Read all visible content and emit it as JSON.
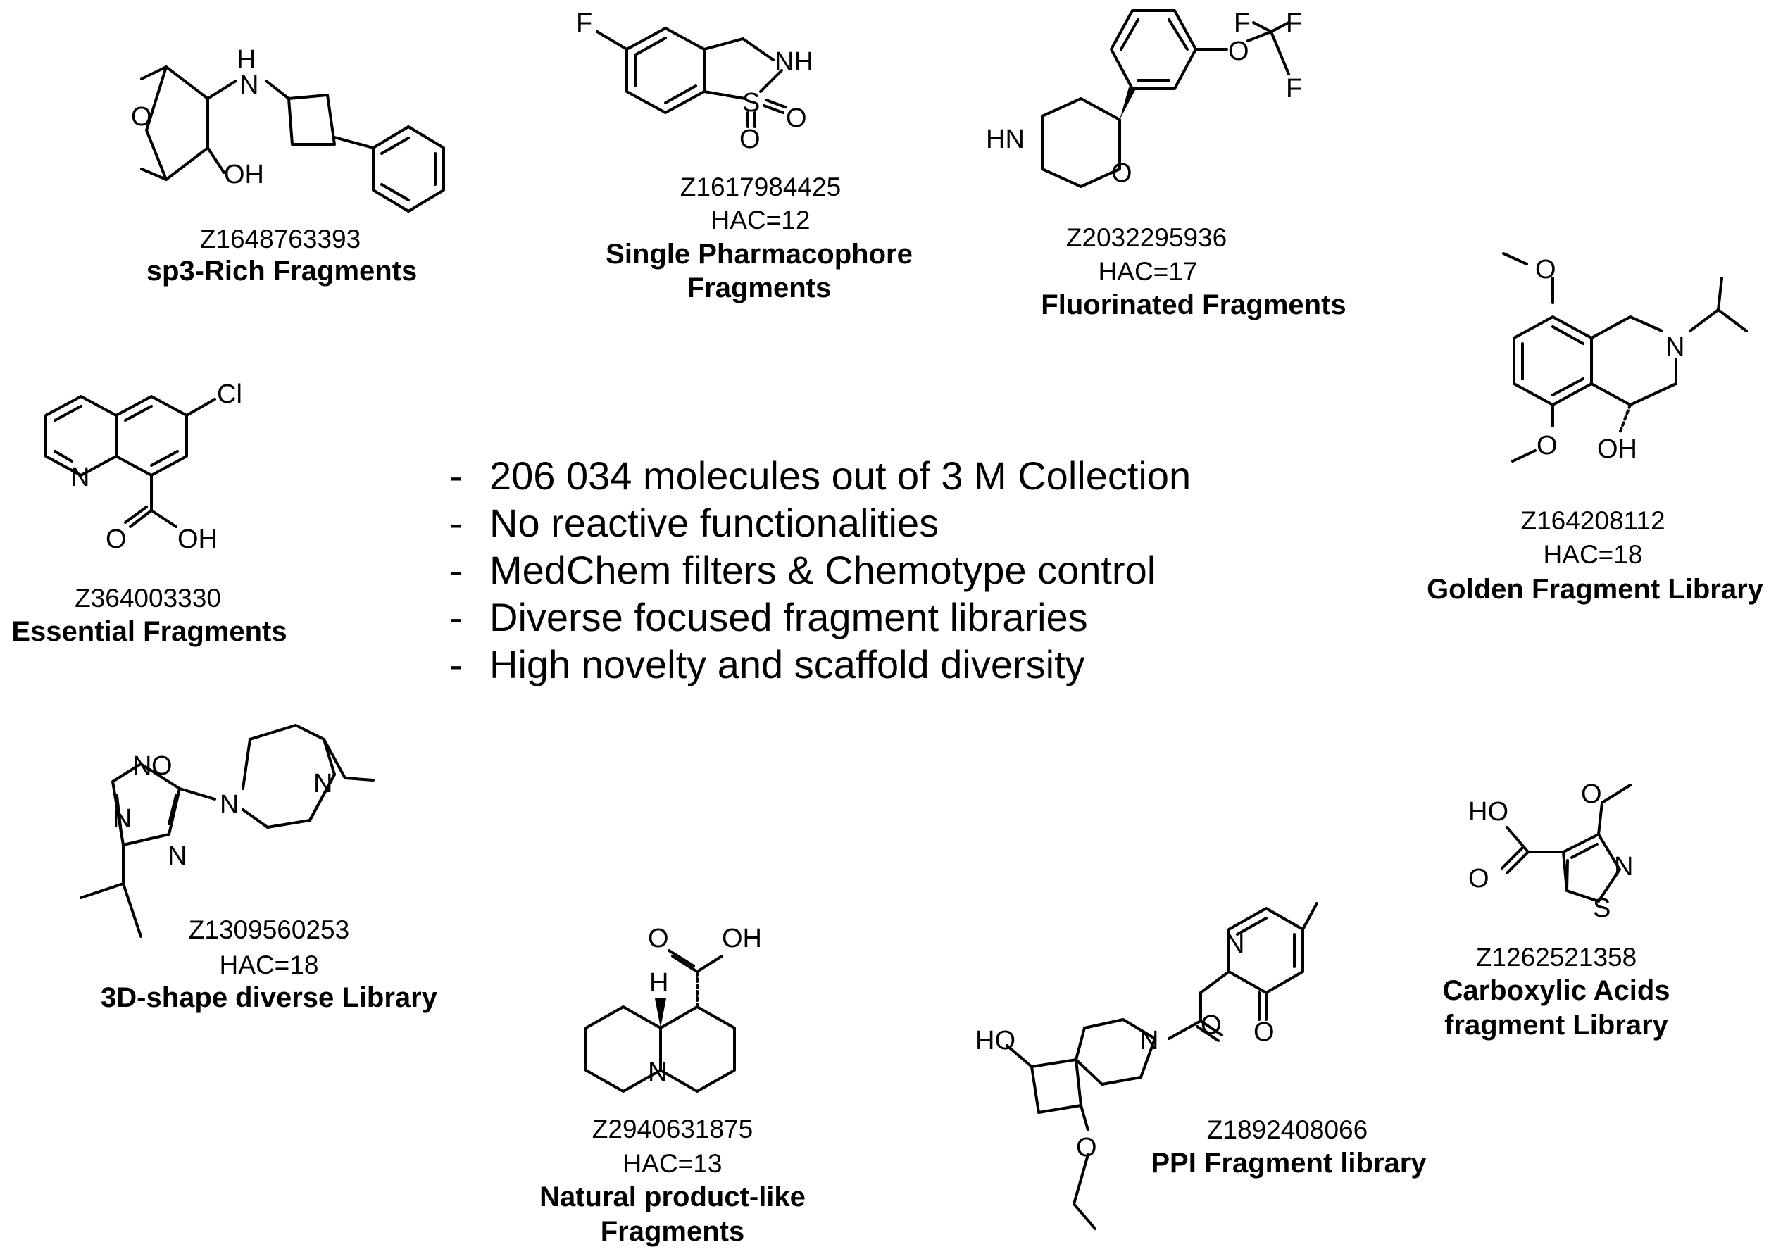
{
  "bullets": [
    "206 034 molecules out of 3 M Collection",
    "No reactive functionalities",
    "MedChem filters & Chemotype control",
    "Diverse focused fragment libraries",
    "High novelty and scaffold diversity"
  ],
  "bullet_marker": "-",
  "fragments": {
    "sp3": {
      "id": "Z1648763393",
      "library": "sp3-Rich Fragments"
    },
    "single": {
      "id": "Z1617984425",
      "hac": "HAC=12",
      "library_line1": "Single Pharmacophore",
      "library_line2": "Fragments"
    },
    "fluor": {
      "id": "Z2032295936",
      "hac": "HAC=17",
      "library": "Fluorinated Fragments"
    },
    "golden": {
      "id": "Z164208112",
      "hac": "HAC=18",
      "library": "Golden Fragment Library"
    },
    "essential": {
      "id": "Z364003330",
      "library": "Essential Fragments"
    },
    "shape3d": {
      "id": "Z1309560253",
      "hac": "HAC=18",
      "library": "3D-shape diverse Library"
    },
    "natural": {
      "id": "Z2940631875",
      "hac": "HAC=13",
      "library_line1": "Natural product-like",
      "library_line2": "Fragments"
    },
    "ppi": {
      "id": "Z1892408066",
      "library": "PPI Fragment library"
    },
    "acids": {
      "id": "Z1262521358",
      "library_line1": "Carboxylic Acids",
      "library_line2": "fragment Library"
    }
  },
  "atom_labels": {
    "N": "N",
    "H": "H",
    "O": "O",
    "OH": "OH",
    "HO": "HO",
    "F": "F",
    "Cl": "Cl",
    "NH": "NH",
    "HN": "HN",
    "S": "S"
  }
}
